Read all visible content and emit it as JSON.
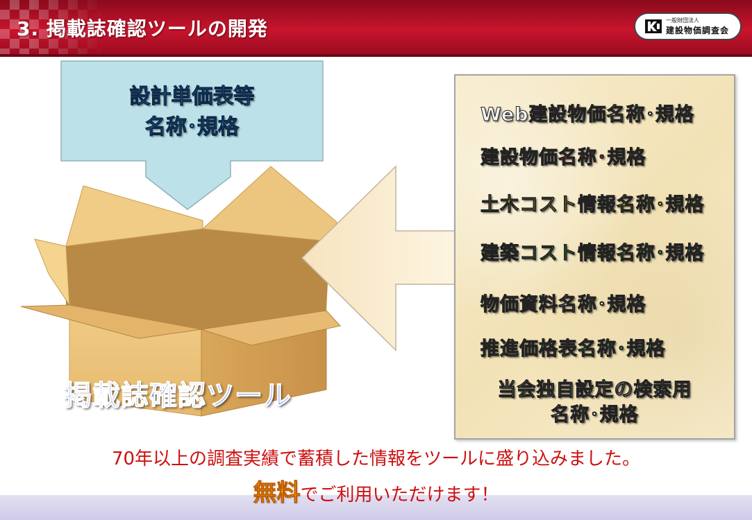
{
  "header": {
    "title": "3. 掲載誌確認ツールの開発",
    "logo": {
      "sub_text": "一般財団法人",
      "main_text": "建設物価調査会"
    }
  },
  "source": {
    "line1": "設計単価表等",
    "line2": "名称･規格"
  },
  "tool": {
    "label": "掲載誌確認ツール"
  },
  "specs": [
    {
      "text": "Web建設物価名称･規格",
      "color": "#f4f4f4"
    },
    {
      "text": "建設物価名称･規格",
      "color": "#e8121c"
    },
    {
      "text": "土木コスト情報名称･規格",
      "color": "#ffe600"
    },
    {
      "text": "建築コスト情報名称･規格",
      "color": "#1fbf3a"
    },
    {
      "text": "物価資料名称･規格",
      "color": "#f4f4f4"
    },
    {
      "text": "推進価格表名称･規格",
      "color": "#1fbf3a"
    },
    {
      "line1": "当会独自設定の検索用",
      "line2": "名称･規格",
      "color": "#ffffff"
    }
  ],
  "caption": {
    "line1": "70年以上の調査実績で蓄積した情報をツールに盛り込みました。",
    "free": "無料",
    "line2_rest": "でご利用いただけます！"
  },
  "colors": {
    "header_red": "#c8142d",
    "source_arrow": "#bde1e8",
    "big_arrow": "#fbeed3",
    "caption_red": "#cc1010",
    "free_orange": "#ffb000",
    "footer_band": "#d9d6ee"
  }
}
